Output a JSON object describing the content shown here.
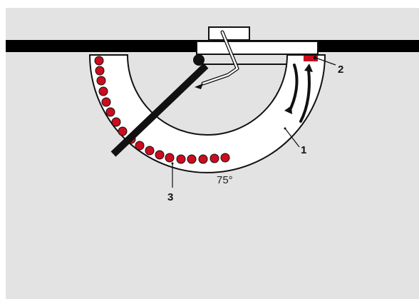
{
  "diagram": {
    "colors": {
      "background": "#e3e3e3",
      "rail": "#000000",
      "track": "#ffffff",
      "marker": "#cc0d1f",
      "outline": "#111111"
    },
    "labels": {
      "one": "1",
      "two": "2",
      "three": "3",
      "angle": "75°"
    }
  }
}
